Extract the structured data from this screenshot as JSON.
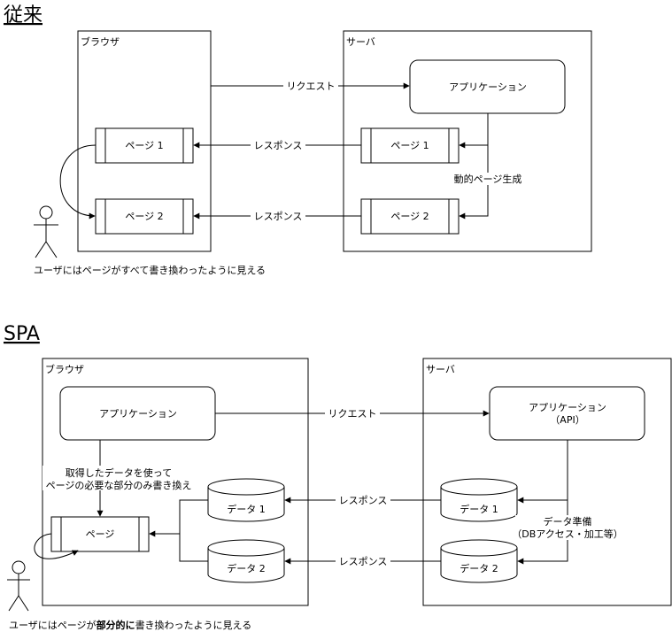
{
  "traditional": {
    "heading": "従来",
    "browser_label": "ブラウザ",
    "server_label": "サーバ",
    "application_label": "アプリケーション",
    "page1_label": "ページ 1",
    "page2_label": "ページ 2",
    "server_page1_label": "ページ 1",
    "server_page2_label": "ページ 2",
    "request_label": "リクエスト",
    "response1_label": "レスポンス",
    "response2_label": "レスポンス",
    "generation_label": "動的ページ生成",
    "caption": "ユーザにはページがすべて書き換わったように見える"
  },
  "spa": {
    "heading": "SPA",
    "browser_label": "ブラウザ",
    "server_label": "サーバ",
    "client_app_label": "アプリケーション",
    "server_app_label_line1": "アプリケーション",
    "server_app_label_line2": "（API）",
    "page_label": "ページ",
    "client_data1_label": "データ 1",
    "client_data2_label": "データ 2",
    "server_data1_label": "データ 1",
    "server_data2_label": "データ 2",
    "request_label": "リクエスト",
    "response1_label": "レスポンス",
    "response2_label": "レスポンス",
    "rewrite_line1": "取得したデータを使って",
    "rewrite_line2": "ページの必要な部分のみ書き換え",
    "prepare_line1": "データ準備",
    "prepare_line2": "（DBアクセス・加工等）",
    "caption_prefix": "ユーザにはページが",
    "caption_bold": "部分的に",
    "caption_suffix": "書き換わったように見える"
  }
}
